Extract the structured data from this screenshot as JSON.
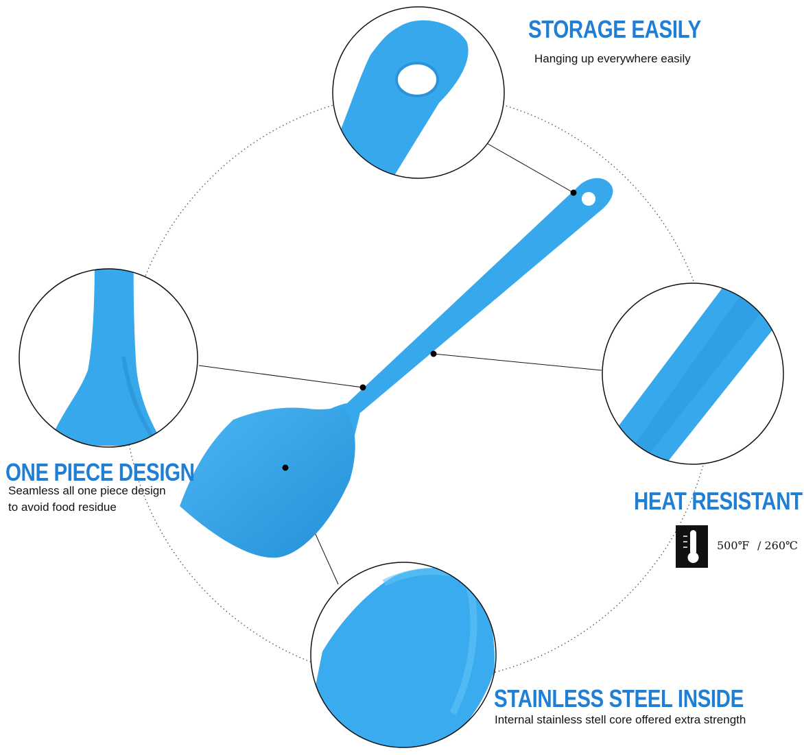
{
  "features": {
    "storage": {
      "title": "STORAGE EASILY",
      "desc": "Hanging up everywhere easily"
    },
    "one_piece": {
      "title": "ONE PIECE DESIGN",
      "desc_line1": "Seamless all one piece design",
      "desc_line2": "to avoid food residue"
    },
    "heat": {
      "title": "HEAT RESISTANT",
      "temp_f": "500℉",
      "temp_c": "/ 260℃"
    },
    "steel": {
      "title": "STAINLESS STEEL INSIDE",
      "desc": "Internal stainless stell core offered extra strength"
    }
  },
  "colors": {
    "accent": "#1f7fd6",
    "silicone": "#35a6ea"
  },
  "icons": [
    "thermometer-icon"
  ]
}
